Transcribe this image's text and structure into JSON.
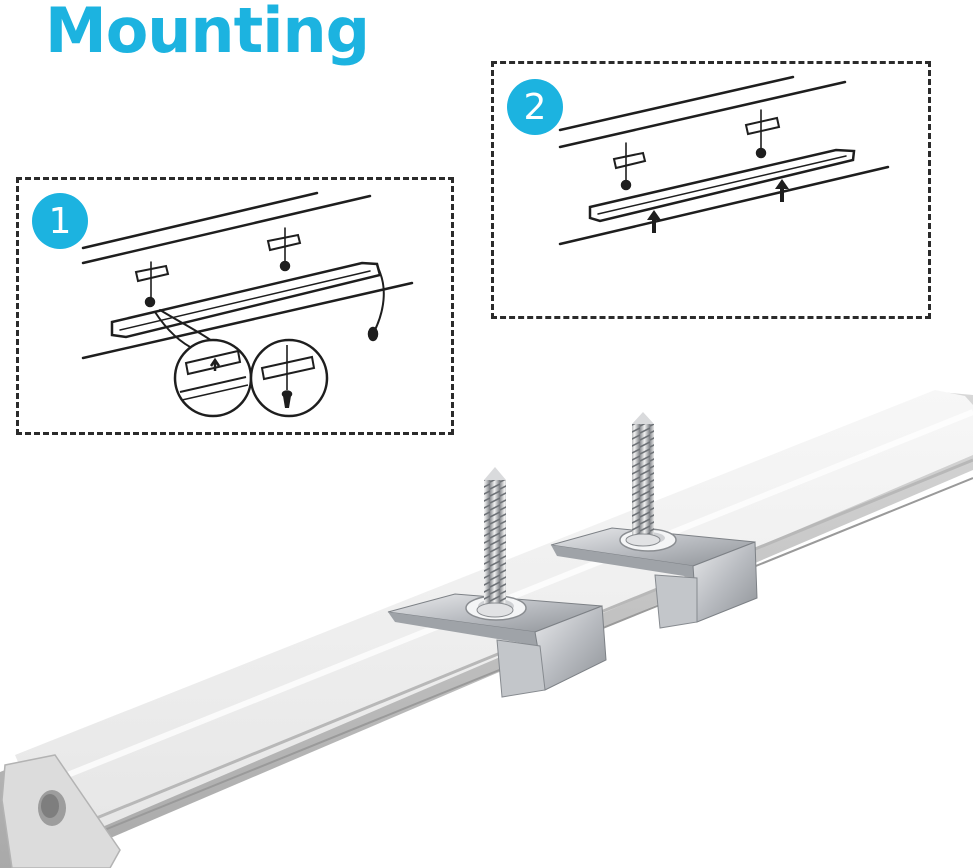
{
  "title": "Mounting",
  "steps": [
    {
      "number": "1"
    },
    {
      "number": "2"
    }
  ],
  "colors": {
    "accent": "#1cb3e0",
    "line": "#1e1e1e",
    "dashed_border": "#2b2b2b"
  },
  "icons": [
    "mounting-clip-icon",
    "screw-icon",
    "arrow-up-icon",
    "magnifier-circle-icon"
  ]
}
